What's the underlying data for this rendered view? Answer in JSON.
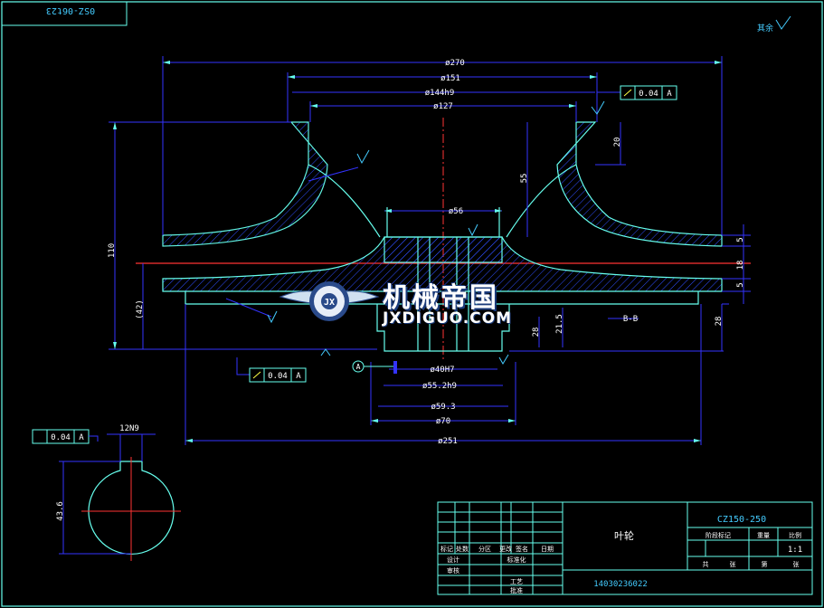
{
  "drawing_number": "0SZ-06t23",
  "roughness_note": "其余",
  "dimensions": {
    "d270": "ø270",
    "d151": "ø151",
    "d144": "ø144h9",
    "d127": "ø127",
    "d56": "ø56",
    "d40": "ø40H7",
    "d55": "ø55.2h9",
    "d59": "ø59.3",
    "d70": "ø70",
    "d251": "ø251",
    "h110": "110",
    "h42": "(42)",
    "h20": "20",
    "h55": "55",
    "h5a": "5",
    "h18": "18",
    "h5b": "5",
    "h28": "28",
    "h21": "21.5",
    "h28b": "28",
    "key_width": "12N9",
    "key_depth": "43.6",
    "section": "B-B"
  },
  "tolerances": {
    "top": {
      "value": "0.04",
      "datum": "A"
    },
    "bottom": {
      "value": "0.04",
      "datum": "A"
    },
    "key": {
      "value": "0.04",
      "datum": "A"
    }
  },
  "datum_label": "A",
  "title_block": {
    "part_name": "叶轮",
    "model": "CZ150-250",
    "scale": "1:1",
    "code": "14030236022",
    "labels": {
      "a": "标记",
      "b": "处数",
      "c": "分区",
      "d": "更改",
      "e": "签名",
      "f": "日期",
      "g": "设计",
      "h": "标准化",
      "i": "审核",
      "j": "工艺",
      "k": "批准",
      "l": "阶段标记",
      "m": "重量",
      "n": "比例",
      "o": "共",
      "p": "张",
      "q": "第",
      "r": "张"
    }
  },
  "watermark": {
    "title": "机械帝国",
    "subtitle": "JXDIGUO.COM"
  }
}
